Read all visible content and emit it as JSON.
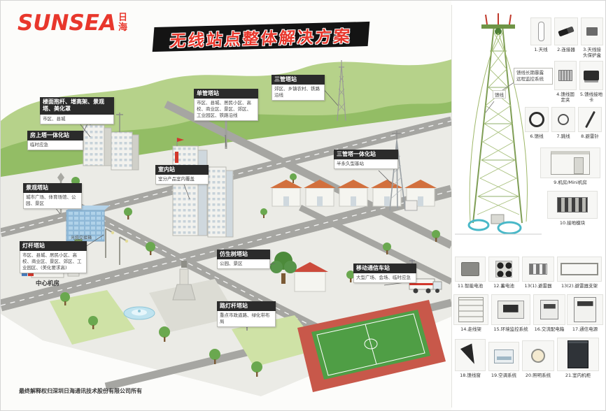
{
  "logo": {
    "brand": "SUNSEA",
    "brand_cn": "日海"
  },
  "title": "无线站点整体解决方案",
  "footer": "最终解释权归深圳日海通讯技术股份有限公司所有",
  "colors": {
    "brand_red": "#e8372c",
    "banner_black": "#141414",
    "hill_green": "#93bd65",
    "track_red": "#c8584a"
  },
  "callouts": {
    "loumian": {
      "title": "楼面抱杆、增高架、景观塔、美化罩",
      "desc": "市区、县城"
    },
    "fangshangta": {
      "title": "房上塔一体化站",
      "desc": "临时应急"
    },
    "danguanta": {
      "title": "单管塔站",
      "desc": "市区、县城、居民小区、高校、商业区、景区、郊区、工业园区、铁路沿线"
    },
    "sanguanta": {
      "title": "三管塔站",
      "desc": "郊区、乡镇农村、铁路沿线"
    },
    "sanguanta_yitihua": {
      "title": "三管塔一体化站",
      "desc": "半永久型基站"
    },
    "shinei": {
      "title": "室内站",
      "desc": "室分产品室内覆盖"
    },
    "jingguanta": {
      "title": "景观塔站",
      "desc": "城市广场、体育场馆、公园、景区"
    },
    "dengganta": {
      "title": "灯杆塔站",
      "desc": "市区、县城、居民小区、高校、商业区、景区、郊区、工业园区、(美化要求高)"
    },
    "fangshengshu": {
      "title": "仿生树塔站",
      "desc": "公园、景区"
    },
    "yidongche": {
      "title": "移动通信车站",
      "desc": "大型广场、会场、临时应急"
    },
    "ludenggan": {
      "title": "路灯杆塔站",
      "desc": "重点市政道路、绿化带布局"
    },
    "zhongxin_label": "中心机房",
    "guanglan_label": "光缆交接箱"
  },
  "panel": {
    "tower_note": "馈线长期暴露\n远程监控系统",
    "feeder_label": "馈线",
    "products": [
      {
        "label": "1.天线"
      },
      {
        "label": "2.连接器"
      },
      {
        "label": "3.天线接头保护盒"
      },
      {
        "label": "4.馈线固定夹"
      },
      {
        "label": "5.馈线接地卡"
      },
      {
        "label": "6.馈线"
      },
      {
        "label": "7.跳线"
      },
      {
        "label": "8.避雷针"
      },
      {
        "label": "9.机房/Mini机房"
      },
      {
        "label": "10.接地模块"
      },
      {
        "label": "11.智能电池"
      },
      {
        "label": "12.蓄电池"
      },
      {
        "label": "13(1).避雷器"
      },
      {
        "label": "13(2).避雷器支架"
      },
      {
        "label": "14.走线架"
      },
      {
        "label": "15.环境监控系统"
      },
      {
        "label": "16.交流配电箱"
      },
      {
        "label": "17.通信电源"
      },
      {
        "label": "18.馈线窗"
      },
      {
        "label": "19.空调系统"
      },
      {
        "label": "20.照明系统"
      },
      {
        "label": "21.室内机柜"
      }
    ]
  }
}
